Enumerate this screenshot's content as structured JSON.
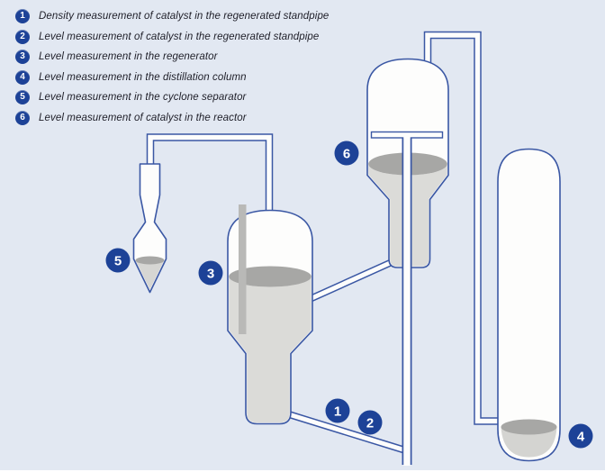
{
  "legend": {
    "items": [
      {
        "number": "1",
        "label": "Density measurement of catalyst in the regenerated standpipe"
      },
      {
        "number": "2",
        "label": "Level measurement of catalyst in the regenerated standpipe"
      },
      {
        "number": "3",
        "label": "Level measurement in the regenerator"
      },
      {
        "number": "4",
        "label": "Level measurement in the distillation column"
      },
      {
        "number": "5",
        "label": "Level measurement in the cyclone separator"
      },
      {
        "number": "6",
        "label": "Level measurement of catalyst in the reactor"
      }
    ]
  },
  "diagram": {
    "badges": [
      {
        "number": "1"
      },
      {
        "number": "2"
      },
      {
        "number": "3"
      },
      {
        "number": "4"
      },
      {
        "number": "5"
      },
      {
        "number": "6"
      }
    ]
  },
  "colors": {
    "background": "#e2e8f2",
    "outline": "#3a57a4",
    "badge_fill": "#1d4297",
    "badge_text": "#ffffff",
    "legend_text": "#1e1e28",
    "vessel_fill": "#fdfdfc",
    "catalyst_dark": "#a7a7a5",
    "catalyst_light": "#dbdbd8",
    "dipleg_gray": "#b9b9b7"
  }
}
